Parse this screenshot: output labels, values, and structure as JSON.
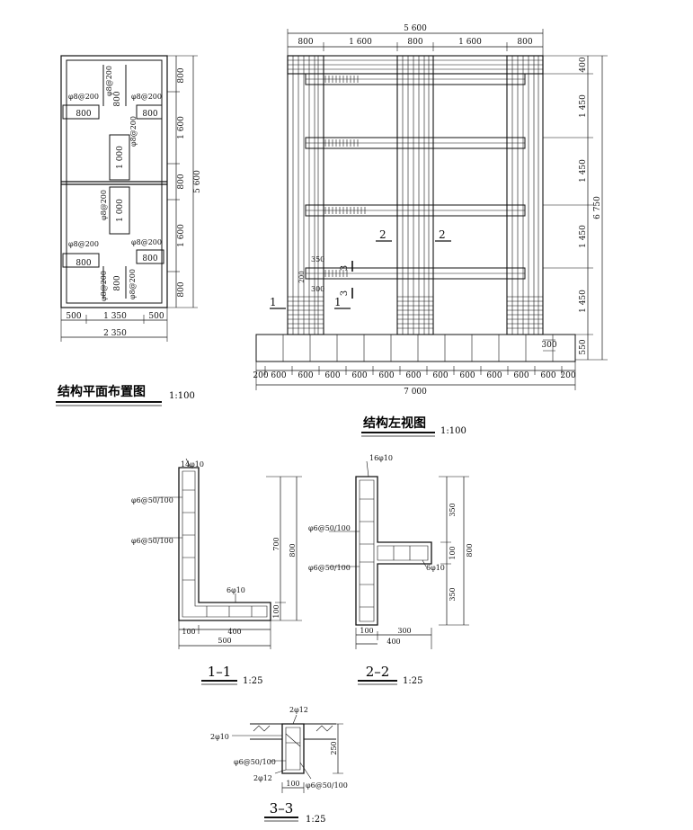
{
  "plan": {
    "title": "结构平面布置图",
    "scale": "1:100",
    "top_dims": [
      "800",
      "1 600",
      "800",
      "1 600",
      "800"
    ],
    "overall_dim": "5 600",
    "bottom_dims": [
      "500",
      "1 350",
      "500"
    ],
    "bottom_overall": "2 350",
    "rebar_a": "φ8@200",
    "rebar_b": "φ8@200",
    "span_800": "800",
    "span_1000": "1 000"
  },
  "elev": {
    "title": "结构左视图",
    "scale": "1:100",
    "top_overall": "5 600",
    "top_dims": [
      "800",
      "1 600",
      "800",
      "1 600",
      "800"
    ],
    "right_dims": [
      "400",
      "1 450",
      "1 450",
      "1 450",
      "1 450",
      "550"
    ],
    "right_overall": "6 750",
    "bottom_dims": [
      "200",
      "600",
      "600",
      "600",
      "600",
      "600",
      "600",
      "600",
      "600",
      "600",
      "600",
      "600",
      "200"
    ],
    "bottom_overall": "7 000",
    "marks": [
      "1",
      "1",
      "2",
      "2",
      "3",
      "3"
    ],
    "dim_350": "350",
    "dim_200": "200",
    "dim_300": "300",
    "dim_300b": "300"
  },
  "sec1": {
    "title": "1–1",
    "scale": "1:25",
    "top_bar": "14φ10",
    "stirrup1": "φ6@50/100",
    "stirrup2": "φ6@50/100",
    "bottom_bar": "6φ10",
    "h700": "700",
    "h800": "800",
    "h100": "100",
    "w100": "100",
    "w400": "400",
    "w500": "500"
  },
  "sec2": {
    "title": "2–2",
    "scale": "1:25",
    "top_bar": "16φ10",
    "stirrup1": "φ6@50/100",
    "stirrup2": "φ6@50/100",
    "side_bar": "6φ10",
    "h350a": "350",
    "h100": "100",
    "h350b": "350",
    "h800": "800",
    "w100": "100",
    "w300": "300",
    "w400": "400"
  },
  "sec3": {
    "title": "3–3",
    "scale": "1:25",
    "top_bar": "2φ12",
    "left_bar": "2φ10",
    "stirrup_l": "φ6@50/100",
    "bottom_bar": "2φ12",
    "stirrup_r": "φ6@50/100",
    "h250": "250",
    "w100": "100"
  }
}
